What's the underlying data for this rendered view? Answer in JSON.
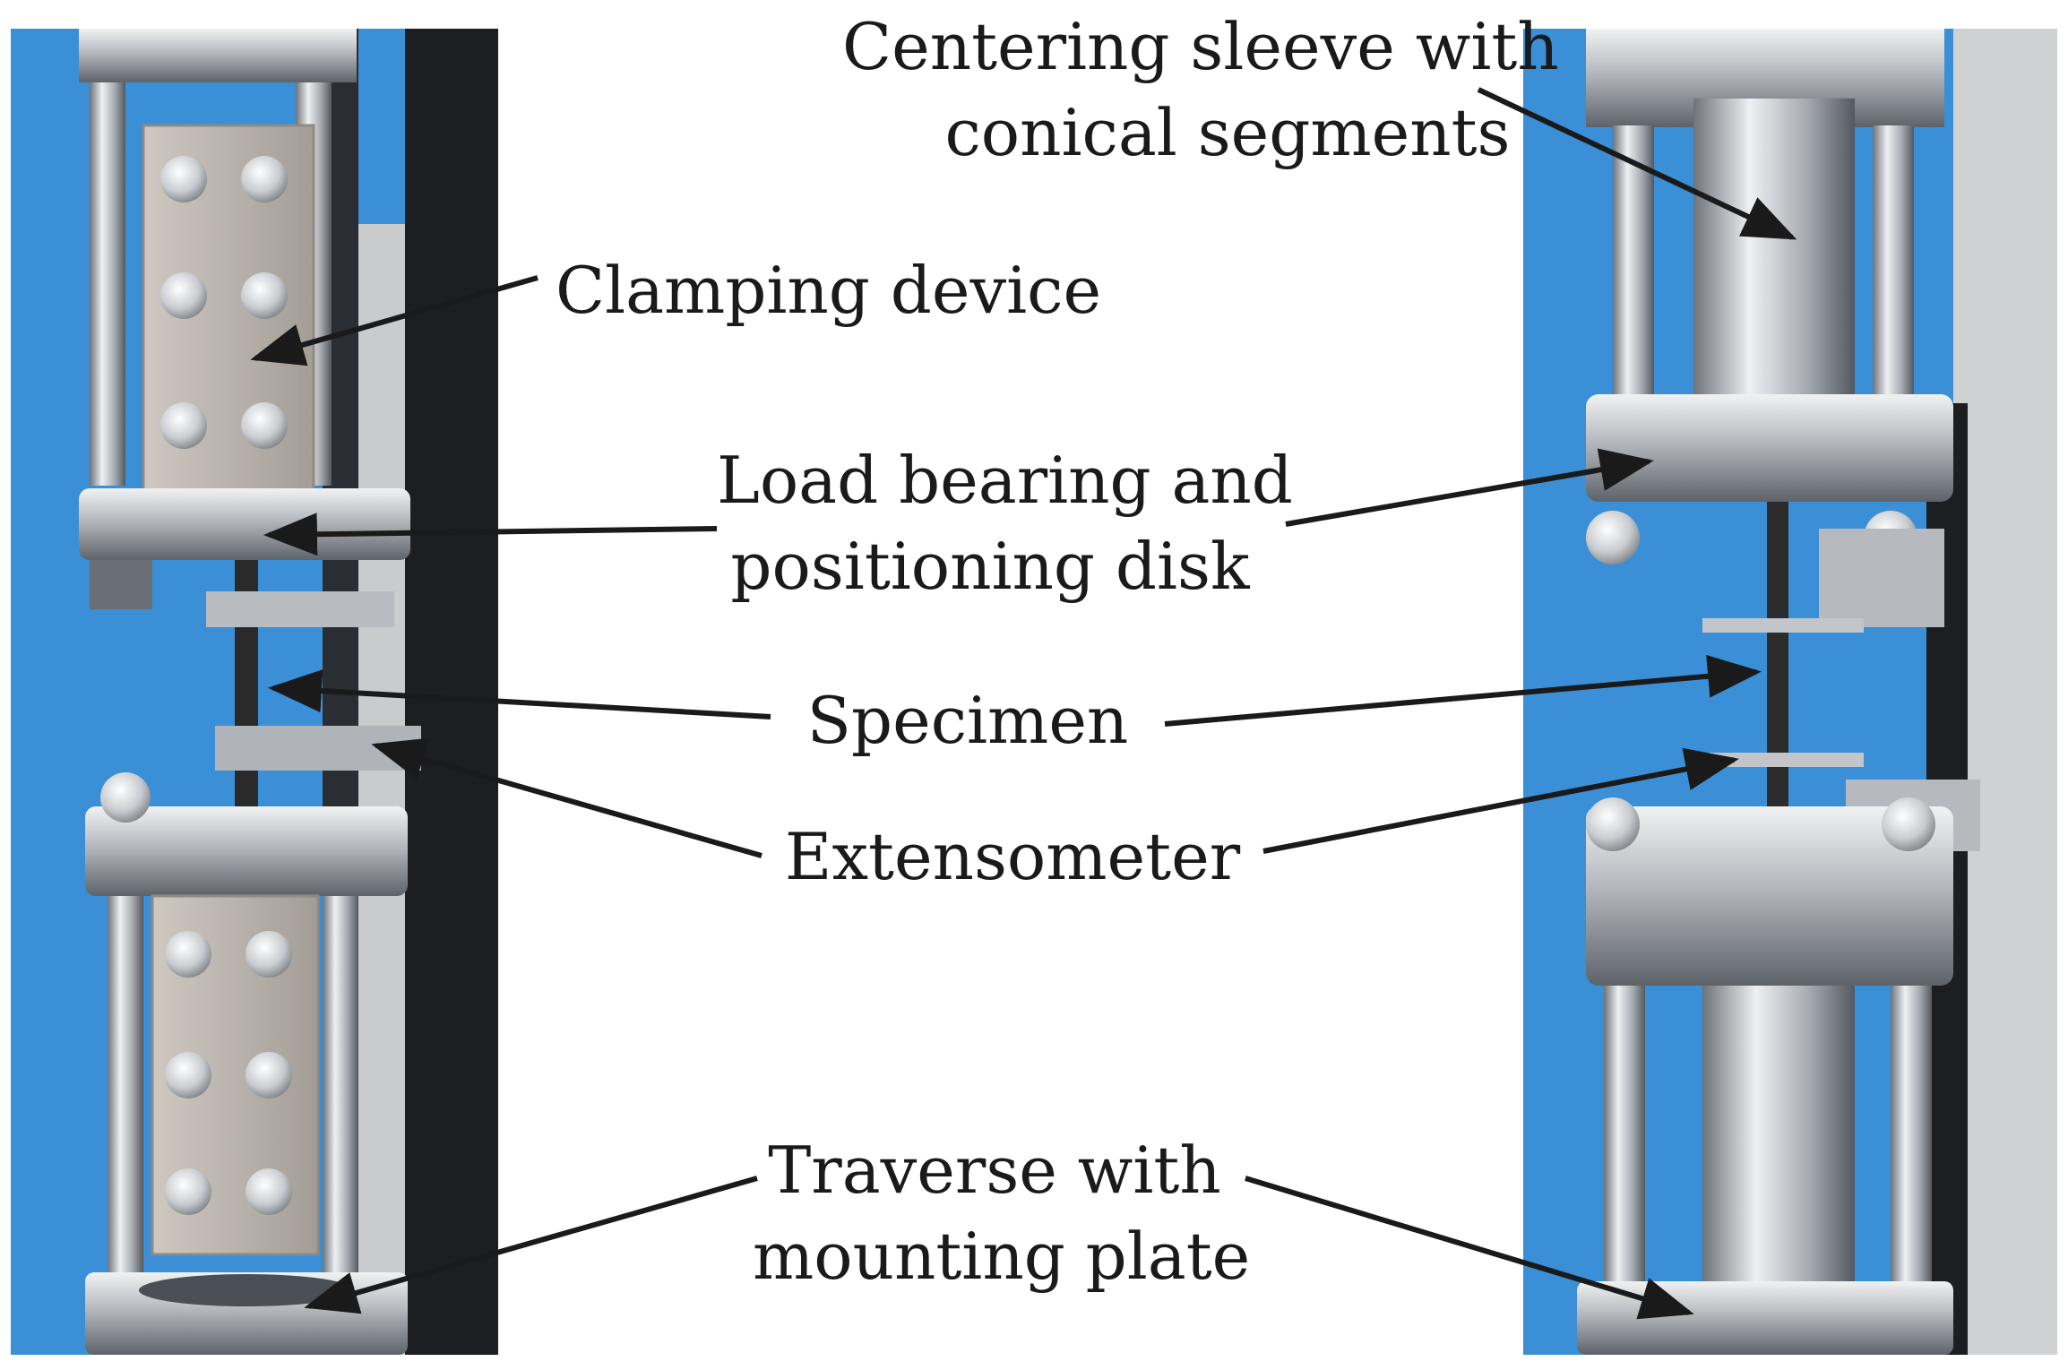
{
  "labels": {
    "centering_sleeve_line1": "Centering sleeve with",
    "centering_sleeve_line2": "conical segments",
    "clamping_device": "Clamping device",
    "load_bearing_line1": "Load bearing and",
    "load_bearing_line2": "positioning disk",
    "specimen": "Specimen",
    "extensometer": "Extensometer",
    "traverse_line1": "Traverse with",
    "traverse_line2": "mounting plate"
  },
  "colors": {
    "background_blue": "#3a8fd6",
    "metal_light": "#d9dcdf",
    "metal_mid": "#a9adb2",
    "metal_dark": "#5b6066",
    "frame_dark": "#1c1e21",
    "annotation_text": "#1a1a1a",
    "arrow": "#1a1a1a"
  }
}
